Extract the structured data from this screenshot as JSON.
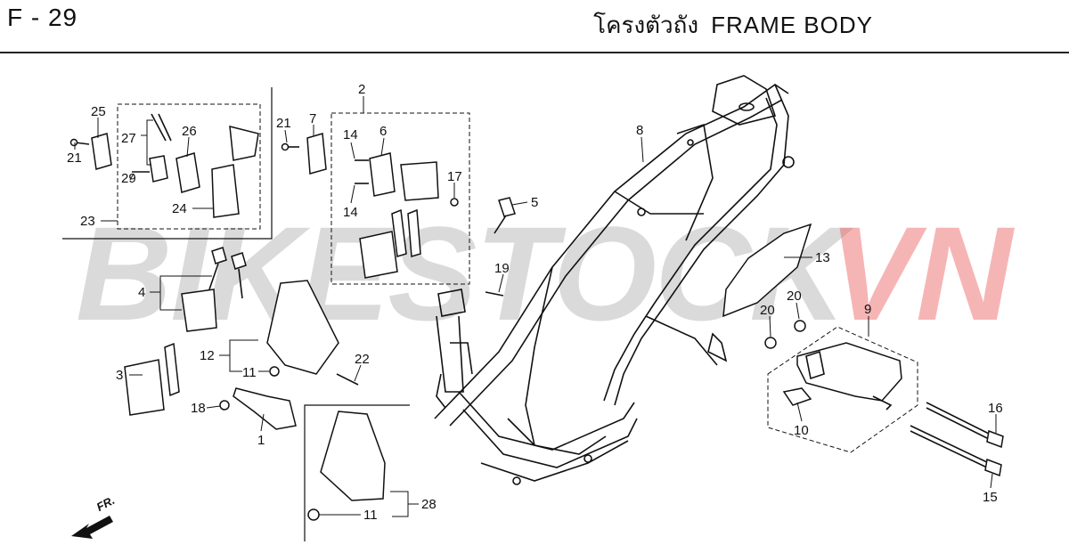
{
  "header": {
    "page_code": "F - 29",
    "title_th": "โครงตัวถัง",
    "title_en": "FRAME BODY"
  },
  "watermark": {
    "main": "BIKESTOCK",
    "accent": "VN",
    "main_color": "#9a9a9a",
    "accent_color": "#eb5a5a"
  },
  "direction": {
    "label": "FR."
  },
  "parts": {
    "p1": "1",
    "p2": "2",
    "p3": "3",
    "p4": "4",
    "p5": "5",
    "p6": "6",
    "p7": "7",
    "p8": "8",
    "p9": "9",
    "p10": "10",
    "p11a": "11",
    "p11b": "11",
    "p12": "12",
    "p13": "13",
    "p14a": "14",
    "p14b": "14",
    "p15": "15",
    "p16": "16",
    "p17": "17",
    "p18": "18",
    "p19": "19",
    "p20a": "20",
    "p20b": "20",
    "p21a": "21",
    "p21b": "21",
    "p22": "22",
    "p23": "23",
    "p24": "24",
    "p25": "25",
    "p26": "26",
    "p27": "27",
    "p28": "28",
    "p29": "29"
  }
}
